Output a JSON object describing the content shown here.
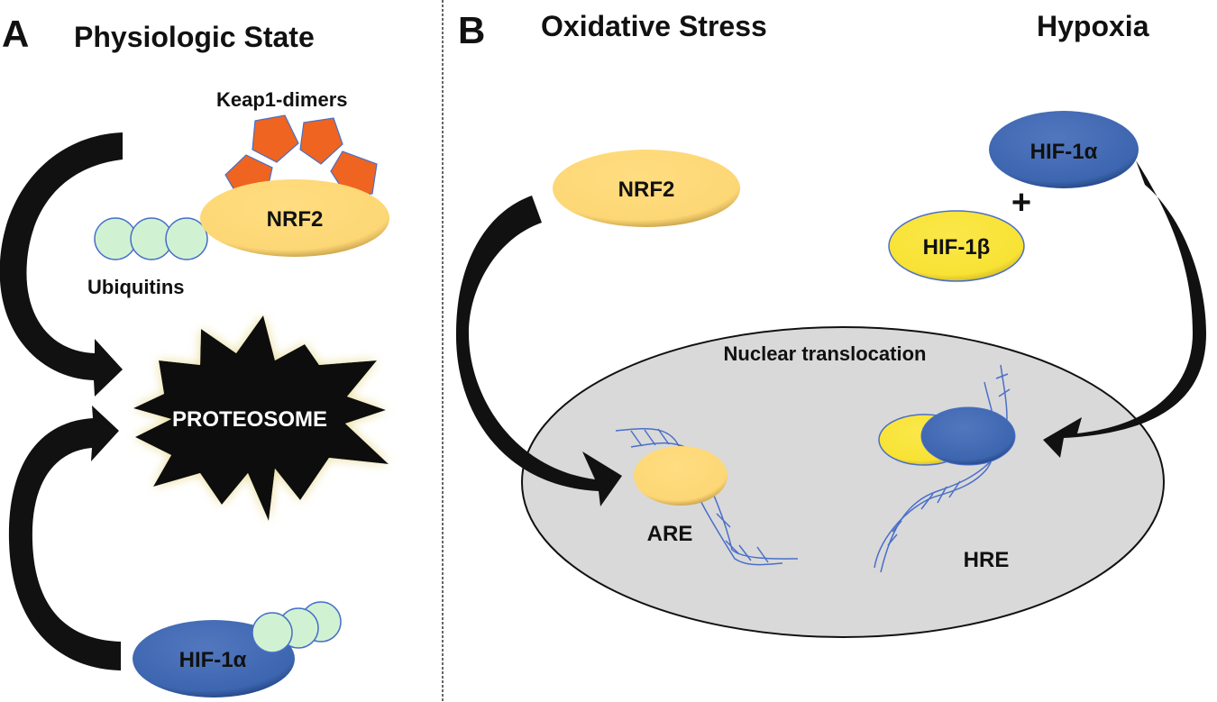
{
  "panel_a": {
    "letter": "A",
    "title": "Physiologic State",
    "keap1_label": "Keap1-dimers",
    "nrf2_label": "NRF2",
    "ubiquitins_label": "Ubiquitins",
    "proteosome_label": "PROTEOSOME",
    "hif1a_label": "HIF-1α"
  },
  "panel_b": {
    "letter": "B",
    "title_oxidative": "Oxidative Stress",
    "title_hypoxia": "Hypoxia",
    "nrf2_label": "NRF2",
    "hif1a_label": "HIF-1α",
    "hif1b_label": "HIF-1β",
    "plus_sign": "+",
    "nucleus_label": "Nuclear translocation",
    "are_label": "ARE",
    "hre_label": "HRE"
  },
  "colors": {
    "nrf2": "#FDD775",
    "hif1a": "#3D66B0",
    "hif1b": "#F8E234",
    "keap1": "#EE6420",
    "ubiquitin": "#D0F2D3",
    "nucleus": "#D9D9D9",
    "arrow": "#111111",
    "dna": "#4A6FC8"
  }
}
